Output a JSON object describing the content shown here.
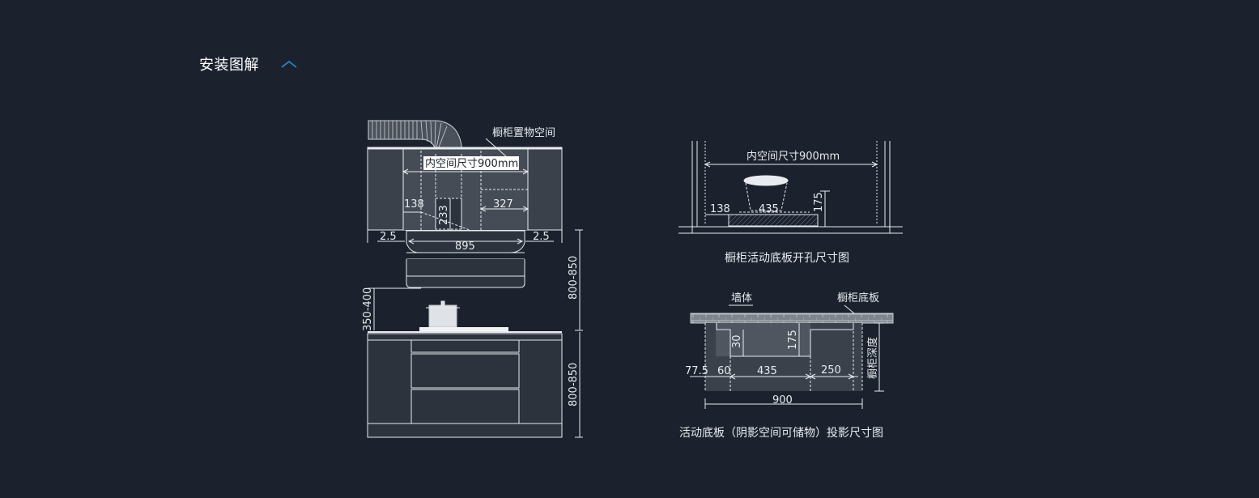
{
  "header": {
    "title": "安装图解",
    "toggle_icon": "chevron-up-icon",
    "accent": "#2a8fd8"
  },
  "diagram_front": {
    "label_cabinet_space": "橱柜置物空间",
    "label_inner_space": "内空间尺寸900mm",
    "dim_138": "138",
    "dim_233": "233",
    "dim_327": "327",
    "dim_2_5_left": "2.5",
    "dim_2_5_right": "2.5",
    "dim_895": "895",
    "dim_800_850_top": "800-850",
    "dim_350_400": "350-400",
    "dim_800_850_bottom": "800-850"
  },
  "diagram_hole": {
    "label_inner_space": "内空间尺寸900mm",
    "dim_138": "138",
    "dim_435": "435",
    "dim_175": "175",
    "caption": "橱柜活动底板开孔尺寸图"
  },
  "diagram_projection": {
    "label_wall": "墙体",
    "label_cabinet_bottom": "橱柜底板",
    "label_cabinet_depth": "橱柜深度",
    "dim_30": "30",
    "dim_175": "175",
    "dim_77_5": "77.5",
    "dim_60": "60",
    "dim_435": "435",
    "dim_250": "250",
    "dim_900": "900",
    "caption": "活动底板（阴影空间可储物）投影尺寸图"
  },
  "colors": {
    "background": "#1b222d",
    "line": "#e8ebef",
    "shade": "#3a414b",
    "shade_dark": "#2c333d"
  }
}
